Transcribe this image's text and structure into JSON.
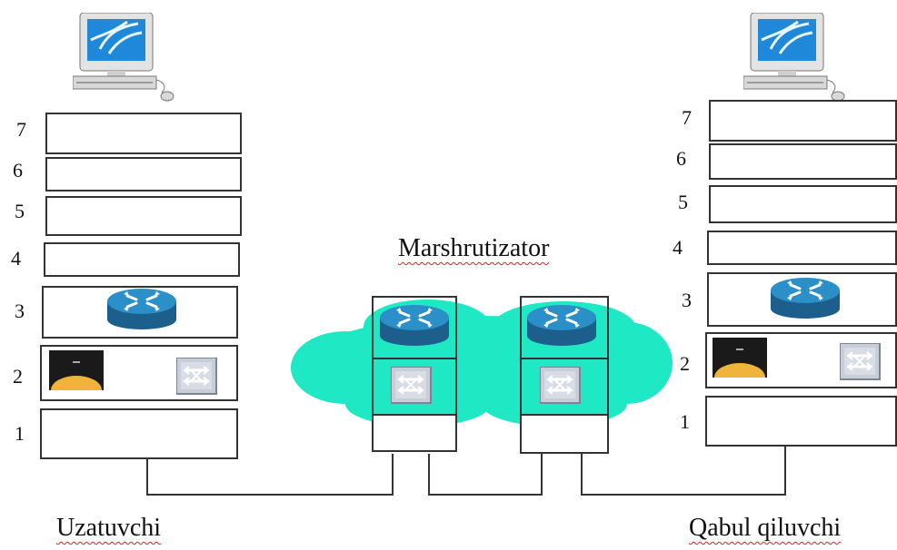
{
  "sender": {
    "title": "Uzatuvchi",
    "layers": [
      "7",
      "6",
      "5",
      "4",
      "3",
      "2",
      "1"
    ]
  },
  "receiver": {
    "title": "Qabul qiluvchi",
    "layers": [
      "7",
      "6",
      "5",
      "4",
      "3",
      "2",
      "1"
    ]
  },
  "router": {
    "title": "Marshrutizator"
  },
  "icons": {
    "computer": "computer-icon",
    "router": "router-icon",
    "switch": "switch-icon",
    "modem": "modem-icon",
    "cloud": "network-cloud"
  },
  "colors": {
    "cloud": "#1fe8c4",
    "router_top": "#2b8fc8",
    "router_body": "#1d5f8c",
    "border": "#333333",
    "underline": "#dd2222"
  }
}
